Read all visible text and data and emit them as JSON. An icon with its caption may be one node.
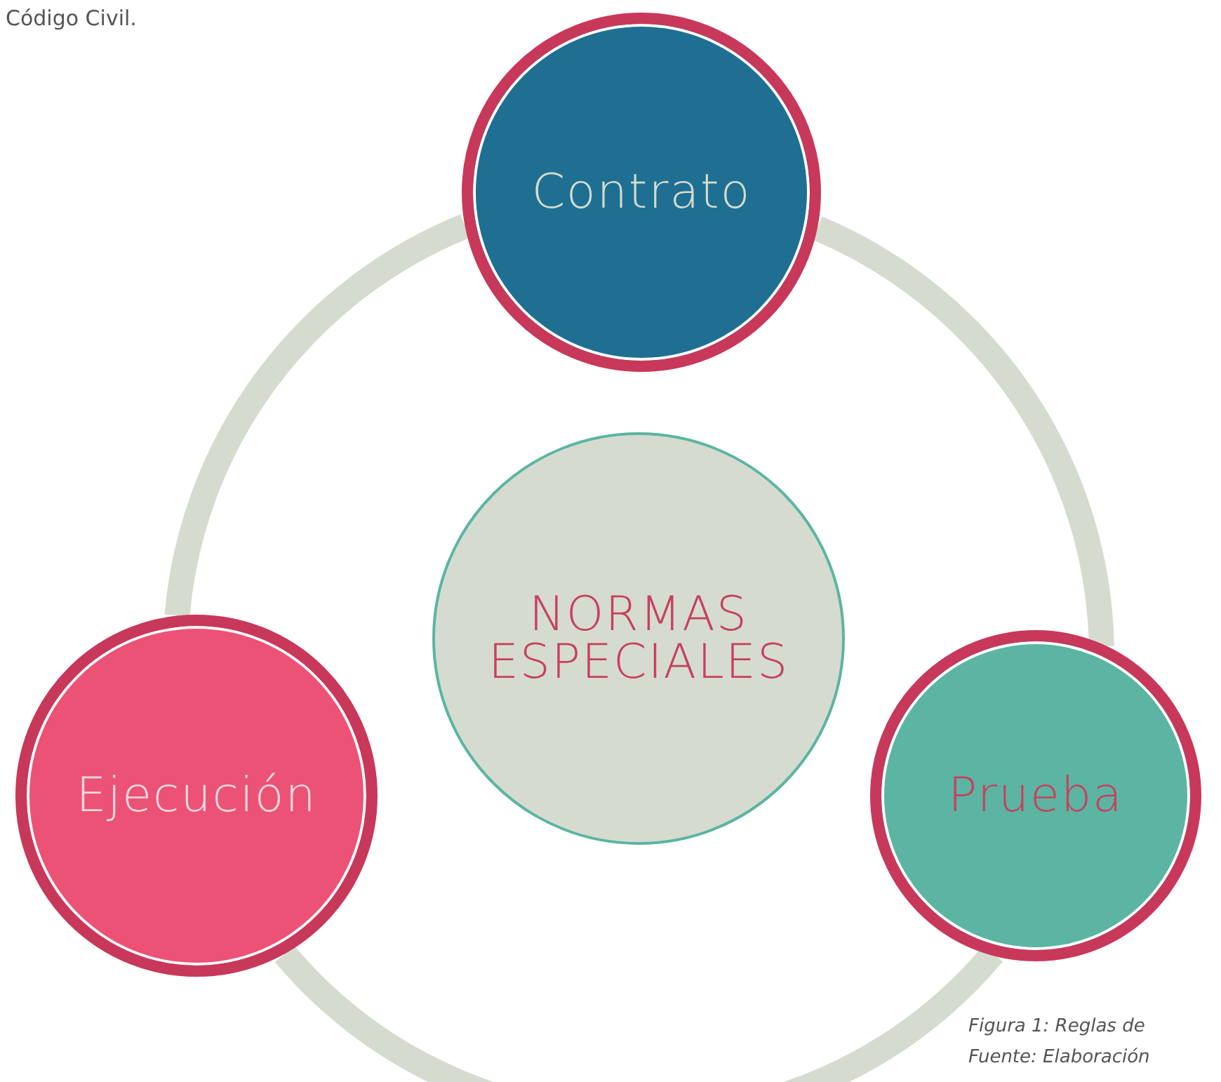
{
  "diagram": {
    "nodes": [
      {
        "text": [
          "Contrato"
        ]
      },
      {
        "text": [
          "NORMAS ESPECIALES"
        ]
      },
      {
        "text": [
          "Ejecución"
        ]
      },
      {
        "text": [
          "Prueba"
        ]
      }
    ],
    "edges": [
      {
        "from": 0,
        "to": 3,
        "arrow": "none"
      },
      {
        "from": 3,
        "to": 2,
        "arrow": "none"
      },
      {
        "from": 2,
        "to": 0,
        "arrow": "none"
      }
    ],
    "labels": [
      "Código Civil.",
      "Figura 1: Reglas de",
      "Fuente: Elaboración"
    ]
  }
}
